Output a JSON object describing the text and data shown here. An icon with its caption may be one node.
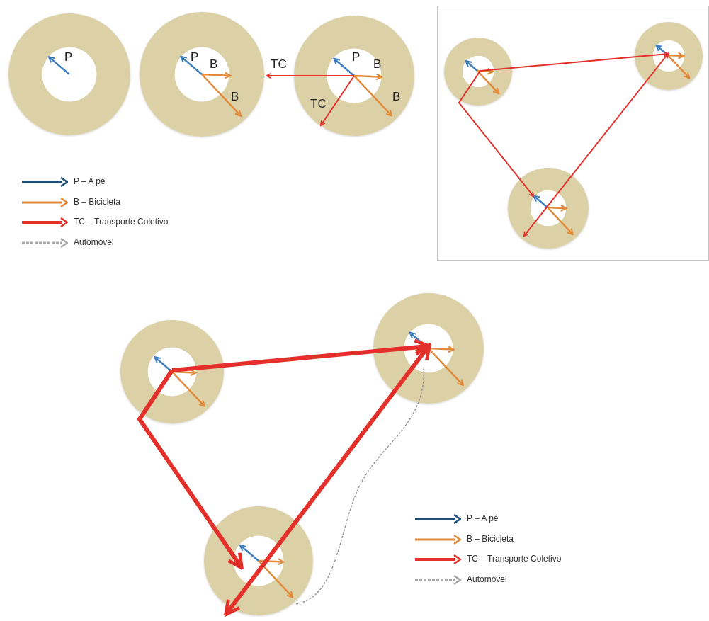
{
  "diagram": {
    "nodes": [
      {
        "text": [],
        "shape": "circle"
      },
      {
        "text": [],
        "shape": "circle"
      },
      {
        "text": [],
        "shape": "circle"
      },
      {
        "text": [],
        "shape": "box"
      },
      {
        "text": [],
        "shape": "circle",
        "in": 3
      },
      {
        "text": [],
        "shape": "circle",
        "in": 3
      },
      {
        "text": [],
        "shape": "circle",
        "in": 3
      },
      {
        "text": [],
        "shape": "circle"
      },
      {
        "text": [],
        "shape": "circle"
      },
      {
        "text": [],
        "shape": "circle"
      }
    ],
    "edges": [
      {
        "from": 4,
        "to": 5,
        "arrow": "to"
      },
      {
        "from": 4,
        "to": 6,
        "arrow": "to"
      },
      {
        "from": 5,
        "to": 6,
        "arrow": "both"
      },
      {
        "from": 7,
        "to": 8,
        "arrow": "to",
        "style": "thick"
      },
      {
        "from": 7,
        "to": 9,
        "arrow": "to",
        "style": "thick"
      },
      {
        "from": 8,
        "to": 9,
        "arrow": "both",
        "style": "thick"
      },
      {
        "from": 9,
        "to": 8,
        "arrow": "none",
        "style": "dashed",
        "color": "#8f8f8f"
      },
      {
        "from": 2,
        "to": 1,
        "arrow": "to"
      }
    ],
    "labels": [
      "P",
      "P",
      "B",
      "B",
      "TC",
      "P",
      "B",
      "TC",
      "B"
    ],
    "legend": [
      {
        "text": "P – A pé"
      },
      {
        "text": "B – Bicicleta"
      },
      {
        "text": "TC – Transporte Coletivo"
      },
      {
        "text": "Automóvel"
      },
      {
        "text": "P – A pé"
      },
      {
        "text": "B – Bicicleta"
      },
      {
        "text": "TC – Transporte Coletivo"
      },
      {
        "text": "Automóvel"
      }
    ]
  }
}
